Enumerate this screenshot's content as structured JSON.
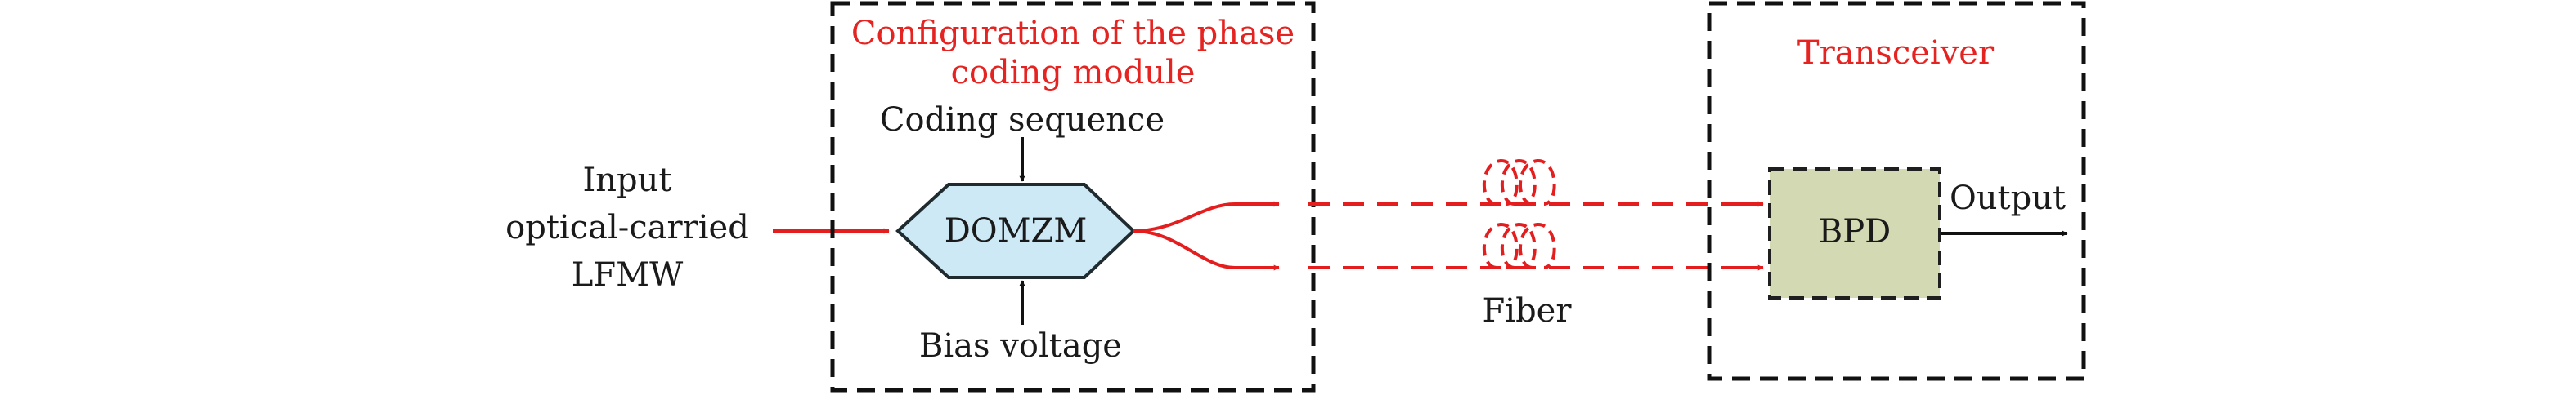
{
  "diagram": {
    "input": {
      "line1": "Input",
      "line2": "optical-carried",
      "line3": "LFMW"
    },
    "phase_module": {
      "title_line1": "Configuration of the phase",
      "title_line2": "coding module",
      "coding_sequence": "Coding sequence",
      "modulator": "DOMZM",
      "bias_voltage": "Bias voltage"
    },
    "fiber": {
      "label": "Fiber"
    },
    "transceiver": {
      "title": "Transceiver",
      "detector": "BPD",
      "output": "Output"
    },
    "colors": {
      "accent": "#e52421",
      "modulator_fill": "#cde9f6",
      "detector_fill": "#d3d9b3"
    }
  }
}
